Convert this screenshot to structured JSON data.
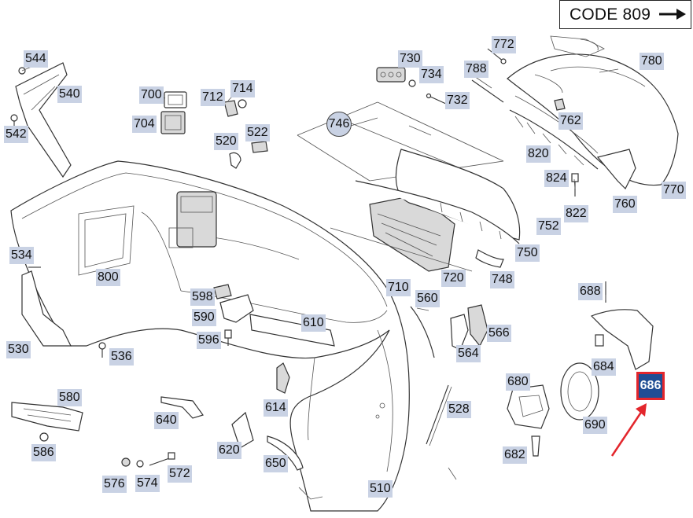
{
  "header": {
    "code_label": "CODE 809"
  },
  "callout": {
    "label": "686",
    "arrow_color": "#e3262c",
    "box_color": "#1f4d94"
  },
  "group_label": "746",
  "labels": {
    "l544": "544",
    "l540": "540",
    "l542": "542",
    "l700": "700",
    "l712": "712",
    "l714": "714",
    "l704": "704",
    "l522": "522",
    "l520": "520",
    "l730": "730",
    "l734": "734",
    "l788": "788",
    "l772": "772",
    "l732": "732",
    "l780": "780",
    "l762": "762",
    "l820": "820",
    "l824": "824",
    "l822": "822",
    "l760": "760",
    "l770": "770",
    "l752": "752",
    "l750": "750",
    "l748": "748",
    "l720": "720",
    "l710": "710",
    "l560": "560",
    "l566": "566",
    "l564": "564",
    "l534": "534",
    "l800": "800",
    "l598": "598",
    "l590": "590",
    "l596": "596",
    "l610": "610",
    "l530": "530",
    "l536": "536",
    "l688": "688",
    "l684": "684",
    "l680": "680",
    "l690": "690",
    "l682": "682",
    "l580": "580",
    "l586": "586",
    "l640": "640",
    "l614": "614",
    "l528": "528",
    "l620": "620",
    "l650": "650",
    "l576": "576",
    "l574": "574",
    "l572": "572",
    "l510": "510"
  }
}
